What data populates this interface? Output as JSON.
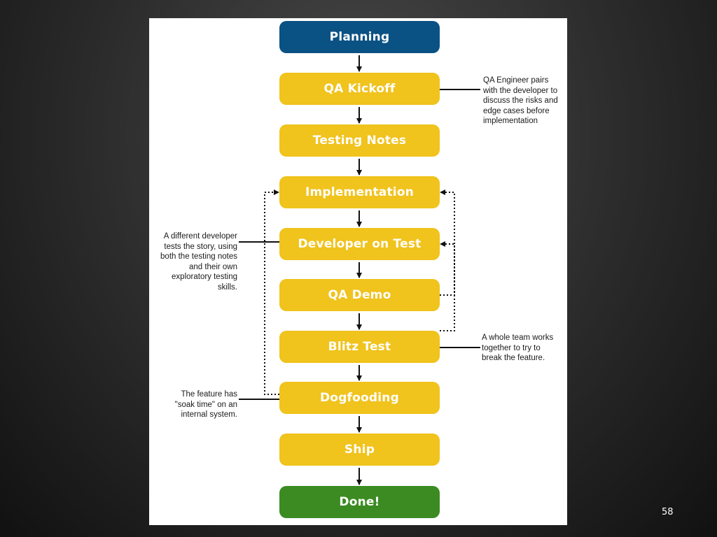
{
  "flowchart": {
    "steps": [
      {
        "id": "planning",
        "label": "Planning",
        "color": "#0a5184"
      },
      {
        "id": "qa-kickoff",
        "label": "QA Kickoff",
        "color": "#f0c31d"
      },
      {
        "id": "testing-notes",
        "label": "Testing Notes",
        "color": "#f0c31d"
      },
      {
        "id": "implementation",
        "label": "Implementation",
        "color": "#f0c31d"
      },
      {
        "id": "developer-on-test",
        "label": "Developer on Test",
        "color": "#f0c31d"
      },
      {
        "id": "qa-demo",
        "label": "QA Demo",
        "color": "#f0c31d"
      },
      {
        "id": "blitz-test",
        "label": "Blitz Test",
        "color": "#f0c31d"
      },
      {
        "id": "dogfooding",
        "label": "Dogfooding",
        "color": "#f0c31d"
      },
      {
        "id": "ship",
        "label": "Ship",
        "color": "#f0c31d"
      },
      {
        "id": "done",
        "label": "Done!",
        "color": "#3b8b22"
      }
    ],
    "annotations": {
      "qa_kickoff": [
        "QA Engineer pairs",
        "with the developer to",
        "discuss the risks and",
        "edge cases before",
        "implementation"
      ],
      "developer_on_test": [
        "A different developer",
        "tests the story, using",
        "both the testing notes",
        "and their own",
        "exploratory testing",
        "skills."
      ],
      "blitz_test": [
        "A whole team works",
        "together to try to",
        "break the feature."
      ],
      "dogfooding": [
        "The feature has",
        "\"soak time\" on an",
        "internal system."
      ]
    }
  },
  "slide": {
    "page_number": "58"
  }
}
